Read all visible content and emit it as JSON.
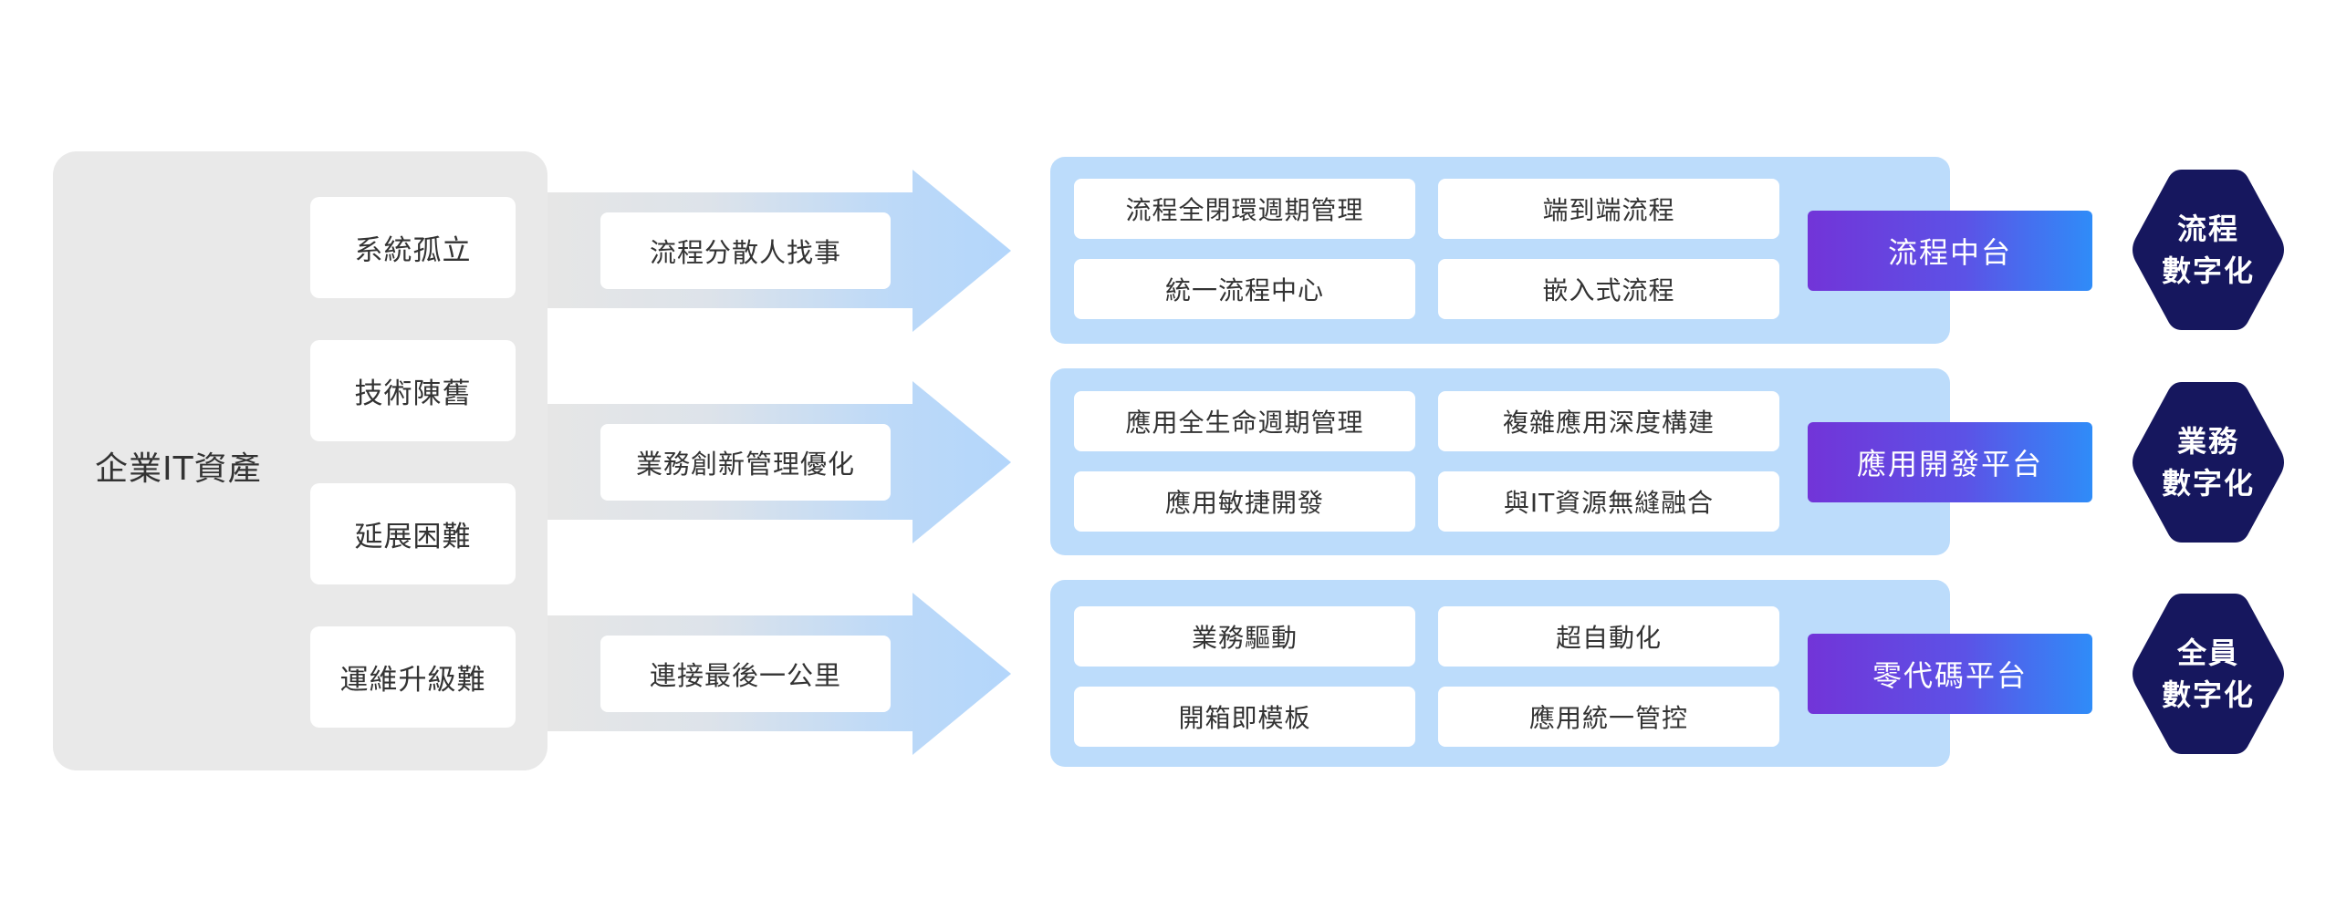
{
  "left": {
    "title": "企業IT資產",
    "problems": [
      "系統孤立",
      "技術陳舊",
      "延展困難",
      "運維升級難"
    ]
  },
  "arrows": [
    "流程分散人找事",
    "業務創新管理優化",
    "連接最後一公里"
  ],
  "rows": [
    {
      "features": [
        "流程全閉環週期管理",
        "端到端流程",
        "統一流程中心",
        "嵌入式流程"
      ],
      "platform": "流程中台",
      "outcome": [
        "流程",
        "數字化"
      ]
    },
    {
      "features": [
        "應用全生命週期管理",
        "複雜應用深度構建",
        "應用敏捷開發",
        "與IT資源無縫融合"
      ],
      "platform": "應用開發平台",
      "outcome": [
        "業務",
        "數字化"
      ]
    },
    {
      "features": [
        "業務驅動",
        "超自動化",
        "開箱即模板",
        "應用統一管控"
      ],
      "platform": "零代碼平台",
      "outcome": [
        "全員",
        "數字化"
      ]
    }
  ],
  "colors": {
    "panel_gray": "#e9e9e9",
    "arrow_light": "#b6d8fb",
    "panel_blue": "#bcdcfb",
    "platform_start": "#7234d8",
    "platform_end": "#2f8cf8",
    "hexagon": "#16175e"
  }
}
